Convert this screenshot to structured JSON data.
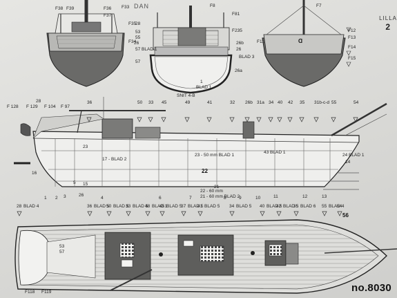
{
  "sheet": {
    "plan_number": "no.8030",
    "brand_fragment": "LILLA",
    "brand_number_fragment": "2",
    "header_fragment": "DAN"
  },
  "views": {
    "stern_view": {
      "labels": [
        "F38",
        "F39",
        "F36",
        "F37",
        "F33",
        "F35",
        "F34"
      ]
    },
    "section_view": {
      "labels": [
        "F8",
        "28",
        "53",
        "55",
        "26",
        "57 BLAD 1",
        "57",
        "26b",
        "26",
        "26a",
        "F235",
        "F81",
        "BLAD 1",
        "1",
        "BLAD 3"
      ]
    },
    "bow_view": {
      "labels": [
        "F7",
        "F11",
        "F12",
        "F13",
        "F14",
        "F15"
      ]
    },
    "section_caption": "SNIT 4-B"
  },
  "profile": {
    "top_labels": [
      "36",
      "50",
      "33",
      "45",
      "49",
      "41",
      "32",
      "26b",
      "31a",
      "34",
      "40",
      "42",
      "35",
      "31b-c-d",
      "55",
      "54"
    ],
    "side_labels": [
      "28",
      "F 128",
      "F 129",
      "F 104",
      "F 97",
      "23",
      "17",
      "16",
      "5",
      "3",
      "26",
      "15",
      "4",
      "23",
      "24",
      "14",
      "1",
      "2",
      "22",
      "21",
      "43",
      "12",
      "13",
      "11",
      "10",
      "8",
      "9",
      "6",
      "7"
    ],
    "texts": {
      "l17": "17 - BLAD 2",
      "l23": "23 - 50 mm BLAD 1",
      "l24": "24 BLAD 1",
      "l43": "43 BLAD 1",
      "l22a": "22 - 60 mm",
      "l22b": "21 - 60 mm BLAD 2",
      "l22c": "22"
    }
  },
  "deck_plan": {
    "top_labels": [
      "28",
      "36",
      "50",
      "33",
      "48",
      "45",
      "37",
      "41",
      "34",
      "40",
      "42",
      "35",
      "55",
      "54"
    ],
    "sub_labels": [
      "BLAD 4",
      "BLAD 5",
      "BLAD 5",
      "BLAD 5",
      "BLAD 1",
      "BLAD 5",
      "BLAD 5",
      "BLAD 5",
      "BLAD 5",
      "BLAD 5",
      "BLAD 5",
      "BLAD 6",
      "BLAD 4"
    ],
    "side_labels": [
      "53",
      "57",
      "56",
      "F118",
      "F119"
    ]
  }
}
